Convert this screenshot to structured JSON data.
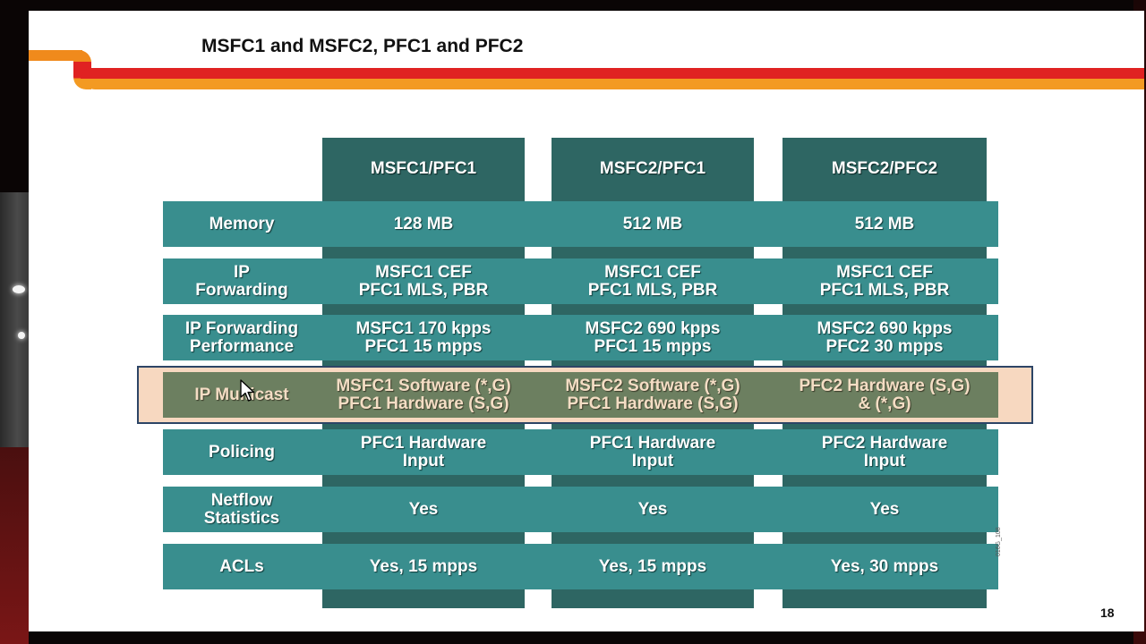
{
  "slide": {
    "title": "MSFC1 and MSFC2, PFC1 and PFC2",
    "page_number": "18",
    "side_code": "016G_108"
  },
  "table": {
    "columns": [
      "MSFC1/PFC1",
      "MSFC2/PFC1",
      "MSFC2/PFC2"
    ],
    "rows": [
      {
        "label": "Memory",
        "values": [
          "128 MB",
          "512 MB",
          "512 MB"
        ]
      },
      {
        "label": "IP\nForwarding",
        "values": [
          "MSFC1 CEF\nPFC1 MLS, PBR",
          "MSFC1 CEF\nPFC1 MLS, PBR",
          "MSFC1 CEF\nPFC1 MLS, PBR"
        ]
      },
      {
        "label": "IP Forwarding\nPerformance",
        "values": [
          "MSFC1 170 kpps\nPFC1 15 mpps",
          "MSFC2 690 kpps\nPFC1 15 mpps",
          "MSFC2 690 kpps\nPFC2 30 mpps"
        ]
      },
      {
        "label": "IP Multicast",
        "values": [
          "MSFC1 Software (*,G)\nPFC1 Hardware (S,G)",
          "MSFC2 Software (*,G)\nPFC1 Hardware (S,G)",
          "PFC2 Hardware (S,G)\n& (*,G)"
        ]
      },
      {
        "label": "Policing",
        "values": [
          "PFC1 Hardware\nInput",
          "PFC1 Hardware\nInput",
          "PFC2 Hardware\nInput"
        ]
      },
      {
        "label": "Netflow\nStatistics",
        "values": [
          "Yes",
          "Yes",
          "Yes"
        ]
      },
      {
        "label": "ACLs",
        "values": [
          "Yes, 15 mpps",
          "Yes, 15 mpps",
          "Yes, 30 mpps"
        ]
      }
    ]
  },
  "colors": {
    "header_column": "#2e6663",
    "row_band": "#398e8e",
    "highlight_fill": "#f7d8c0",
    "highlight_border": "#2d4566",
    "band_red": "#e02222",
    "band_orange": "#f39a22"
  }
}
